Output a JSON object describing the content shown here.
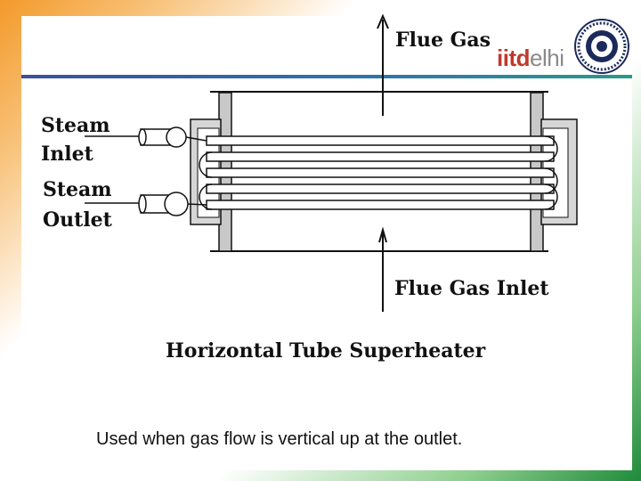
{
  "labels": {
    "steam_inlet_line1": "Steam",
    "steam_inlet_line2": "Inlet",
    "steam_outlet_line1": "Steam",
    "steam_outlet_line2": "Outlet",
    "flue_gas": "Flue Gas",
    "flue_gas_inlet": "Flue Gas Inlet",
    "title": "Horizontal Tube Superheater"
  },
  "logo": {
    "part1": "iitd",
    "part2": "elhi"
  },
  "caption": "Used when gas flow is vertical up at the outlet.",
  "colors": {
    "accent_red": "#c0392b",
    "rule_blue": "#3b4f9c",
    "orange": "#f39a2a",
    "green": "#1f8a3a"
  }
}
